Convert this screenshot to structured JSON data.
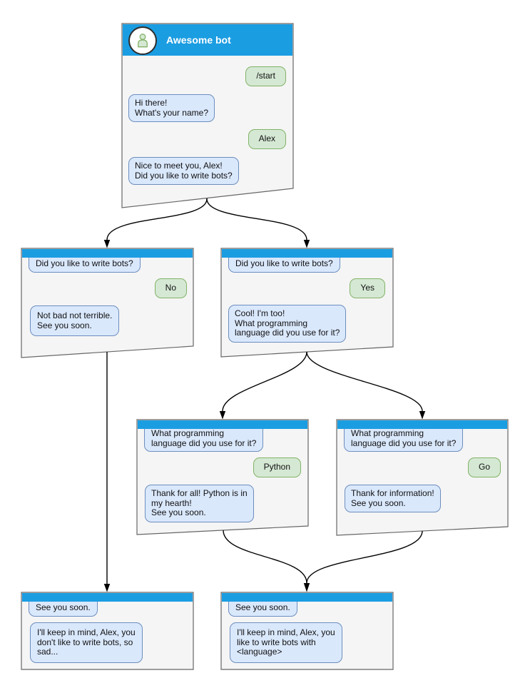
{
  "colors": {
    "header_blue": "#1b9de2",
    "bot_bubble_fill": "#dae8fc",
    "bot_bubble_border": "#6c8ebf",
    "user_bubble_fill": "#d5e8d4",
    "user_bubble_border": "#82b366",
    "window_fill": "#f5f5f5",
    "window_border": "#666666"
  },
  "nodes": {
    "root": {
      "title": "Awesome bot",
      "avatar_icon": "person-icon",
      "messages": [
        {
          "from": "user",
          "text": "/start"
        },
        {
          "from": "bot",
          "text": "Hi there!\nWhat's your name?"
        },
        {
          "from": "user",
          "text": "Alex"
        },
        {
          "from": "bot",
          "text": "Nice to meet you, Alex!\nDid you like to write bots?"
        }
      ]
    },
    "branch_no": {
      "messages": [
        {
          "from": "bot",
          "text": "Did you like to write bots?"
        },
        {
          "from": "user",
          "text": "No"
        },
        {
          "from": "bot",
          "text": "Not bad not terrible.\nSee you soon."
        }
      ]
    },
    "branch_yes": {
      "messages": [
        {
          "from": "bot",
          "text": "Did you like to write bots?"
        },
        {
          "from": "user",
          "text": "Yes"
        },
        {
          "from": "bot",
          "text": "Cool! I'm too!\nWhat programming\nlanguage did you use for it?"
        }
      ]
    },
    "branch_python": {
      "messages": [
        {
          "from": "bot",
          "text": "What programming\nlanguage did you use for it?"
        },
        {
          "from": "user",
          "text": "Python"
        },
        {
          "from": "bot",
          "text": "Thank for all! Python is in\nmy hearth!\nSee you soon."
        }
      ]
    },
    "branch_go": {
      "messages": [
        {
          "from": "bot",
          "text": "What programming\nlanguage did you use for it?"
        },
        {
          "from": "user",
          "text": "Go"
        },
        {
          "from": "bot",
          "text": "Thank for information!\nSee you soon."
        }
      ]
    },
    "end_no": {
      "messages": [
        {
          "from": "bot",
          "text": "See you soon."
        },
        {
          "from": "bot",
          "text": "I'll keep in mind, Alex, you\ndon't like to write bots, so\nsad..."
        }
      ]
    },
    "end_yes": {
      "messages": [
        {
          "from": "bot",
          "text": "See you soon."
        },
        {
          "from": "bot",
          "text": "I'll keep in mind, Alex, you\nlike to write bots with\n<language>"
        }
      ]
    }
  }
}
